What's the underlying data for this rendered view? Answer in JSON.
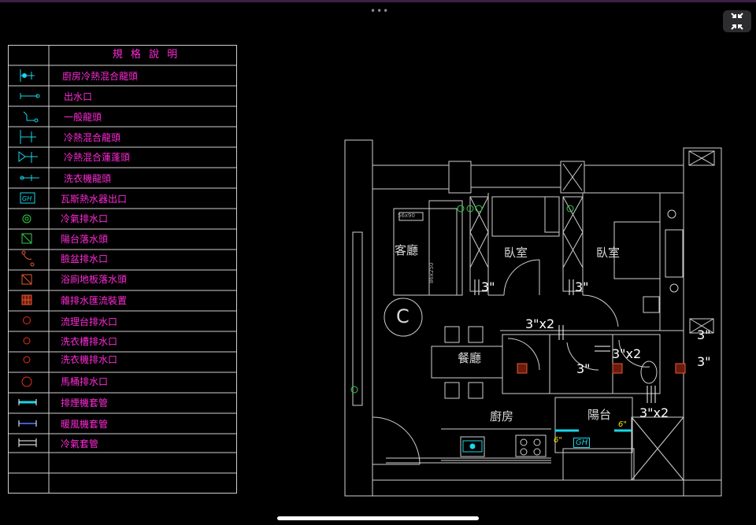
{
  "legend": {
    "title": "規 格 說 明",
    "items": [
      {
        "label": "廚房冷熱混合龍頭",
        "icon": "mixer-faucet-icon"
      },
      {
        "label": "出水口",
        "icon": "water-outlet-icon"
      },
      {
        "label": "一般龍頭",
        "icon": "faucet-icon"
      },
      {
        "label": "冷熱混合龍頭",
        "icon": "mixer-tap-icon"
      },
      {
        "label": "冷熱混合蓮蓬頭",
        "icon": "shower-head-icon"
      },
      {
        "label": "洗衣機龍頭",
        "icon": "washer-tap-icon"
      },
      {
        "label": "瓦斯熱水器出口",
        "icon": "gas-heater-outlet-icon"
      },
      {
        "label": "冷氣排水口",
        "icon": "ac-drain-icon"
      },
      {
        "label": "陽台落水頭",
        "icon": "balcony-drain-icon"
      },
      {
        "label": "臉盆排水口",
        "icon": "basin-drain-icon"
      },
      {
        "label": "浴廁地板落水頭",
        "icon": "floor-drain-icon"
      },
      {
        "label": "雜排水匯流裝置",
        "icon": "waste-collector-icon"
      },
      {
        "label": "流理台排水口",
        "icon": "sink-drain-icon"
      },
      {
        "label": "洗衣槽排水口",
        "icon": "laundry-tub-drain-icon"
      },
      {
        "label": "洗衣機排水口",
        "icon": "washer-drain-icon"
      },
      {
        "label": "馬桶排水口",
        "icon": "toilet-drain-icon"
      },
      {
        "label": "排煙機套管",
        "icon": "exhaust-sleeve-icon"
      },
      {
        "label": "暖風機套管",
        "icon": "heater-sleeve-icon"
      },
      {
        "label": "冷氣套管",
        "icon": "ac-sleeve-icon"
      }
    ]
  },
  "plan": {
    "rooms": {
      "living": "客廳",
      "bedroom_1": "臥室",
      "bedroom_2": "臥室",
      "dining": "餐廳",
      "kitchen": "廚房",
      "balcony": "陽台"
    },
    "unit_letter": "C",
    "sofa_size": "56x90",
    "cabinet_size": "86x250",
    "pipe_sizes": {
      "bed1": "3\"",
      "bed2": "3\"",
      "hall": "3\"x2",
      "bath_mid": "3\"x2",
      "bath_small": "3\"",
      "right_top": "3\"",
      "right_bottom": "3\"",
      "balcony": "3\"x2"
    },
    "small_sizes": {
      "kitchen": "6\"",
      "balcony": "6\""
    },
    "gh_tag": "GH"
  },
  "colors": {
    "magenta": "#ff2bd9",
    "cyan": "#19d6e8",
    "line": "#cfcfcf"
  }
}
